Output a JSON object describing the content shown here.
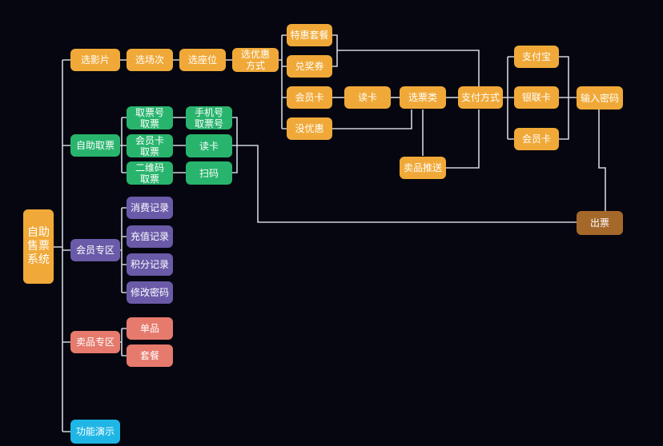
{
  "diagram": {
    "root": "自助\n售票\n系统",
    "branches": {
      "select_film": "选影片",
      "select_session": "选场次",
      "select_seat": "选座位",
      "select_discount": "选优惠\n方式",
      "special_package": "特惠套餐",
      "voucher": "兑奖券",
      "member_card_discount": "会员卡",
      "no_discount": "没优惠",
      "read_card_discount": "读卡",
      "select_snack": "选票类",
      "payment_method": "支付方式",
      "alipay": "支付宝",
      "unionpay": "银联卡",
      "member_card_pay": "会员卡",
      "enter_password": "输入密码",
      "snack_push": "卖品推送",
      "issue_ticket": "出票",
      "self_pickup": "自助取票",
      "pickup_by_number": "取票号\n取票",
      "pickup_by_member": "会员卡\n取票",
      "pickup_by_qr": "二维码\n取票",
      "phone_pickup": "手机号\n取票号",
      "read_card_pickup": "读卡",
      "scan_code": "扫码",
      "member_zone": "会员专区",
      "consumption_record": "消费记录",
      "recharge_record": "充值记录",
      "points_record": "积分记录",
      "change_password": "修改密码",
      "snack_zone": "卖品专区",
      "single_item": "单品",
      "combo": "套餐",
      "demo": "功能演示"
    },
    "colors": {
      "background": "#05060f",
      "ticket_flow": "#f0a938",
      "pickup": "#28b46d",
      "member": "#6a5aa8",
      "snack": "#e57a6d",
      "demo": "#1fb6e6",
      "issue": "#a4682a",
      "connector": "#cfd3dc"
    }
  }
}
